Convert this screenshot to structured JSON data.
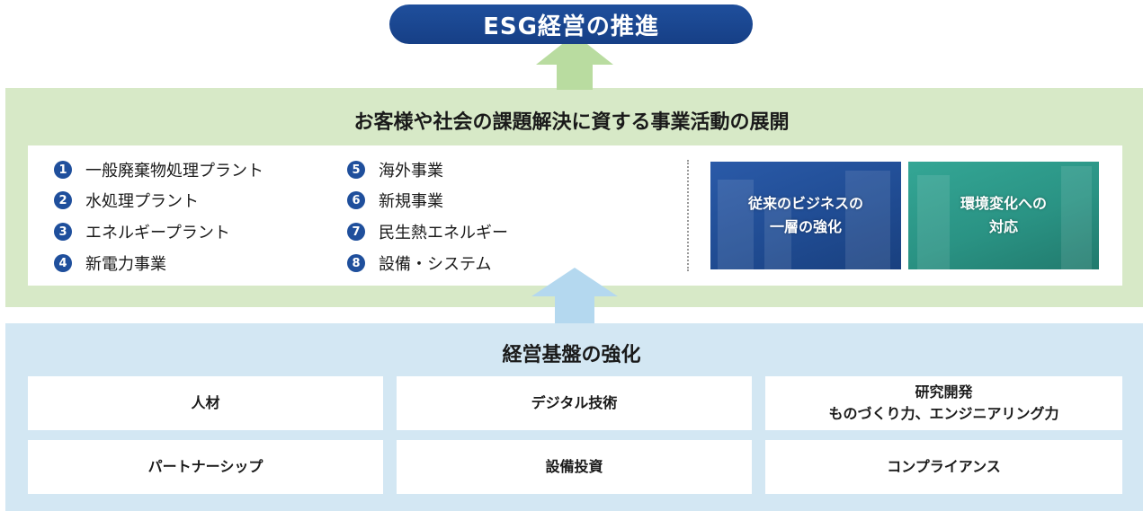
{
  "top_goal": "ESG経営の推進",
  "business": {
    "title": "お客様や社会の課題解決に資する事業活動の展開",
    "items": [
      {
        "num": "1",
        "label": "一般廃棄物処理プラント"
      },
      {
        "num": "2",
        "label": "水処理プラント"
      },
      {
        "num": "3",
        "label": "エネルギープラント"
      },
      {
        "num": "4",
        "label": "新電力事業"
      },
      {
        "num": "5",
        "label": "海外事業"
      },
      {
        "num": "6",
        "label": "新規事業"
      },
      {
        "num": "7",
        "label": "民生熱エネルギー"
      },
      {
        "num": "8",
        "label": "設備・システム"
      }
    ],
    "cards": [
      {
        "label": "従来のビジネスの\n一層の強化"
      },
      {
        "label": "環境変化への\n対応"
      }
    ]
  },
  "foundation": {
    "title": "経営基盤の強化",
    "boxes": [
      {
        "label": "人材"
      },
      {
        "label": "デジタル技術"
      },
      {
        "label": "研究開発\nものづくり力、エンジニアリング力"
      },
      {
        "label": "パートナーシップ"
      },
      {
        "label": "設備投資"
      },
      {
        "label": "コンプライアンス"
      }
    ]
  },
  "colors": {
    "navy": "#1f4f9c",
    "green_bg": "#d7e9c7",
    "blue_bg": "#d3e7f3",
    "green_arrow": "#b9dca0",
    "blue_arrow": "#b4d8ef"
  }
}
